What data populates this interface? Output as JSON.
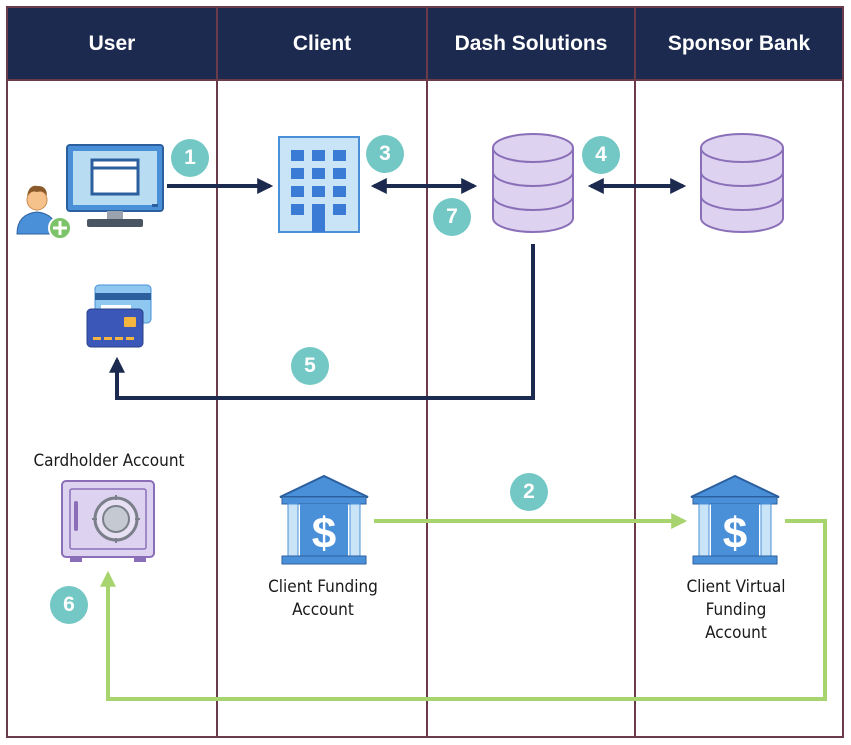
{
  "lanes": [
    "User",
    "Client",
    "Dash Solutions",
    "Sponsor Bank"
  ],
  "labels": {
    "cardholder_account": "Cardholder Account",
    "client_funding_line1": "Client Funding",
    "client_funding_line2": "Account",
    "client_virtual_line1": "Client Virtual",
    "client_virtual_line2": "Funding",
    "client_virtual_line3": "Account"
  },
  "steps": [
    "1",
    "2",
    "3",
    "4",
    "5",
    "6",
    "7"
  ],
  "colors": {
    "header_bg": "#1c2a4f",
    "border": "#6b3b4a",
    "badge": "#73c7c4",
    "arrow_dark": "#1c2a4f",
    "arrow_green": "#a8d46f",
    "database_fill": "#ddd3f0",
    "database_stroke": "#8a6fb8"
  },
  "icons": [
    "computer-icon",
    "user-add-icon",
    "office-building-icon",
    "database-icon",
    "credit-cards-icon",
    "safe-icon",
    "bank-icon"
  ]
}
